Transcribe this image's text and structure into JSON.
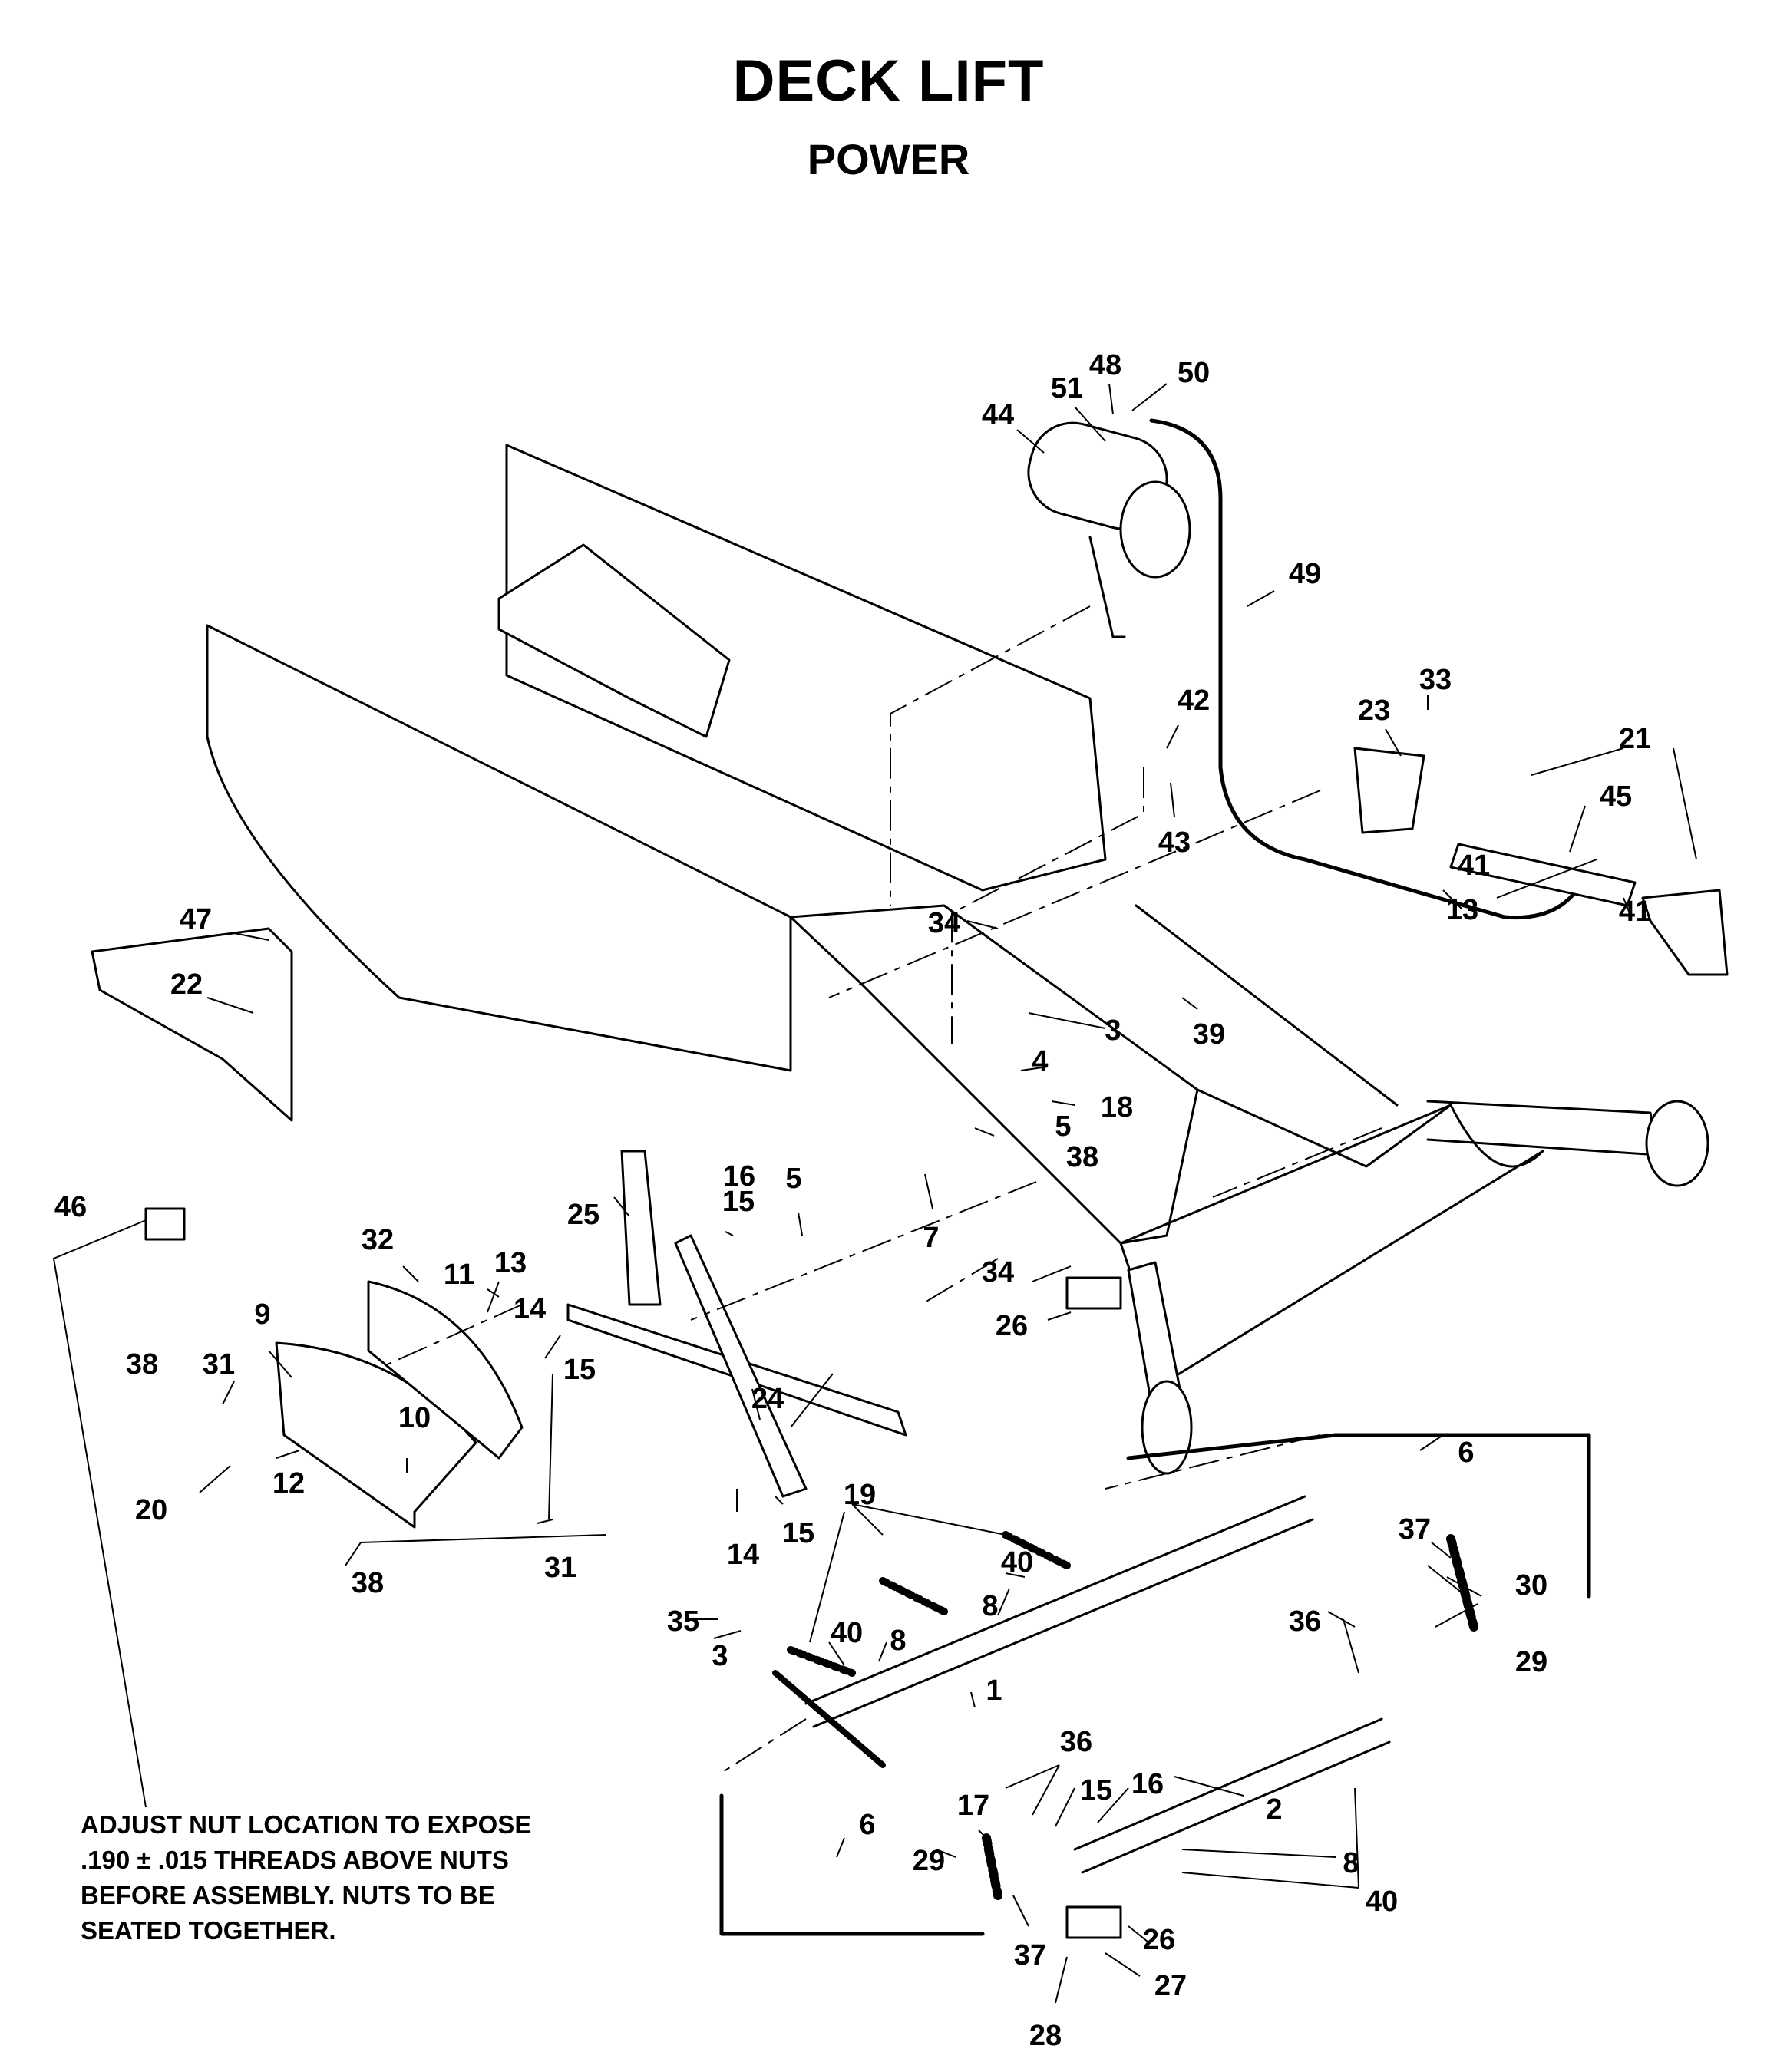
{
  "title": "DECK LIFT",
  "subtitle": "POWER",
  "note_lines": [
    "ADJUST NUT LOCATION TO EXPOSE",
    ".190 ± .015 THREADS ABOVE NUTS",
    "BEFORE ASSEMBLY. NUTS TO BE",
    "SEATED TOGETHER."
  ],
  "callouts": [
    {
      "n": "48"
    },
    {
      "n": "50"
    },
    {
      "n": "51"
    },
    {
      "n": "44"
    },
    {
      "n": "49"
    },
    {
      "n": "42"
    },
    {
      "n": "43"
    },
    {
      "n": "33"
    },
    {
      "n": "23"
    },
    {
      "n": "21"
    },
    {
      "n": "45"
    },
    {
      "n": "41"
    },
    {
      "n": "13"
    },
    {
      "n": "41"
    },
    {
      "n": "47"
    },
    {
      "n": "22"
    },
    {
      "n": "34"
    },
    {
      "n": "3"
    },
    {
      "n": "39"
    },
    {
      "n": "4"
    },
    {
      "n": "18"
    },
    {
      "n": "5"
    },
    {
      "n": "38"
    },
    {
      "n": "46"
    },
    {
      "n": "15"
    },
    {
      "n": "16"
    },
    {
      "n": "5"
    },
    {
      "n": "25"
    },
    {
      "n": "7"
    },
    {
      "n": "34"
    },
    {
      "n": "26"
    },
    {
      "n": "32"
    },
    {
      "n": "11"
    },
    {
      "n": "13"
    },
    {
      "n": "9"
    },
    {
      "n": "14"
    },
    {
      "n": "15"
    },
    {
      "n": "38"
    },
    {
      "n": "31"
    },
    {
      "n": "10"
    },
    {
      "n": "24"
    },
    {
      "n": "12"
    },
    {
      "n": "20"
    },
    {
      "n": "38"
    },
    {
      "n": "31"
    },
    {
      "n": "14"
    },
    {
      "n": "15"
    },
    {
      "n": "19"
    },
    {
      "n": "40"
    },
    {
      "n": "8"
    },
    {
      "n": "6"
    },
    {
      "n": "37"
    },
    {
      "n": "30"
    },
    {
      "n": "36"
    },
    {
      "n": "29"
    },
    {
      "n": "35"
    },
    {
      "n": "3"
    },
    {
      "n": "40"
    },
    {
      "n": "8"
    },
    {
      "n": "1"
    },
    {
      "n": "36"
    },
    {
      "n": "15"
    },
    {
      "n": "16"
    },
    {
      "n": "17"
    },
    {
      "n": "2"
    },
    {
      "n": "6"
    },
    {
      "n": "29"
    },
    {
      "n": "8"
    },
    {
      "n": "40"
    },
    {
      "n": "37"
    },
    {
      "n": "26"
    },
    {
      "n": "27"
    },
    {
      "n": "28"
    }
  ]
}
